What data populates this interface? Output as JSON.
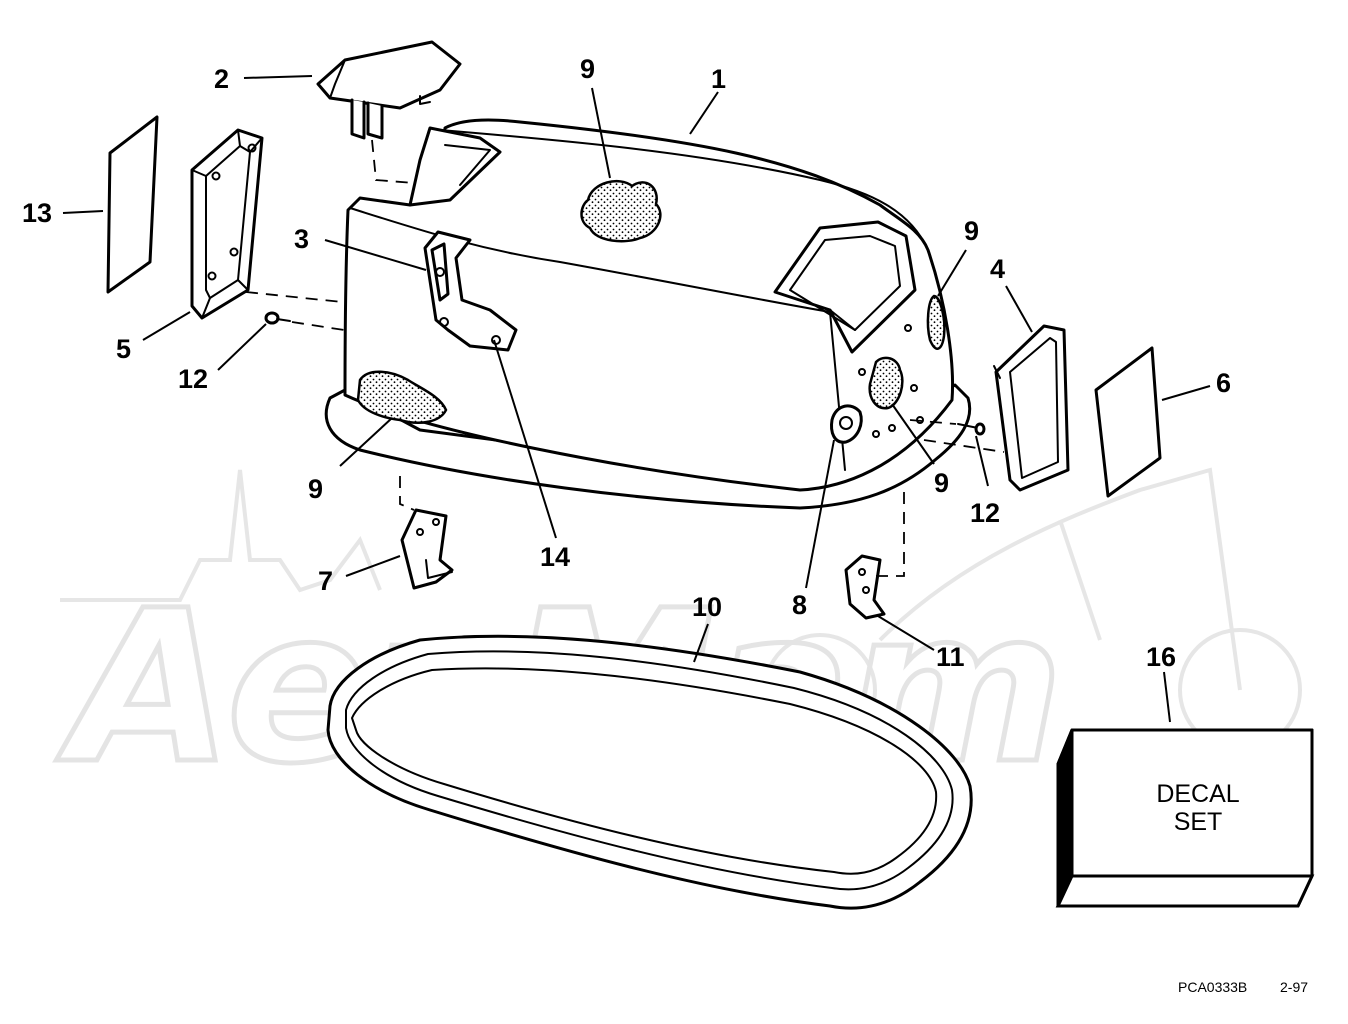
{
  "watermark": {
    "text": "AenMam"
  },
  "callouts": {
    "c1": "1",
    "c2": "2",
    "c3": "3",
    "c4": "4",
    "c5": "5",
    "c6": "6",
    "c7": "7",
    "c8": "8",
    "c9a": "9",
    "c9b": "9",
    "c9c": "9",
    "c9d": "9",
    "c10": "10",
    "c11": "11",
    "c12a": "12",
    "c12b": "12",
    "c13": "13",
    "c14": "14",
    "c16": "16"
  },
  "decal": {
    "line1": "DECAL",
    "line2": "SET"
  },
  "footer": {
    "part_code": "PCA0333B",
    "date": "2-97"
  }
}
